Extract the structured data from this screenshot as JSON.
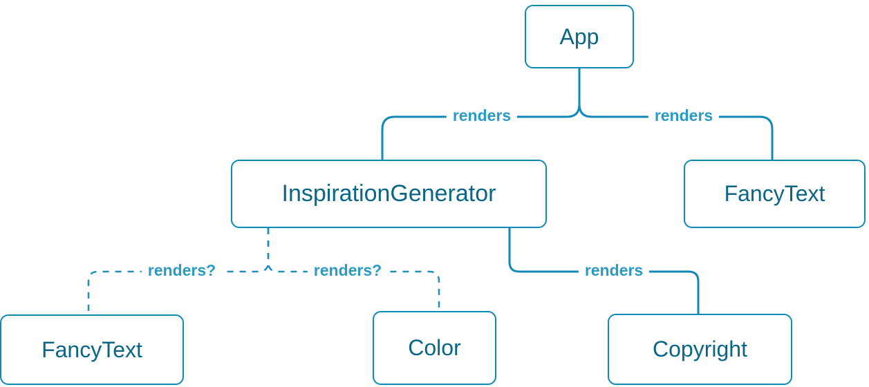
{
  "diagram": {
    "type": "component-render-tree",
    "nodes": {
      "app": "App",
      "inspiration_generator": "InspirationGenerator",
      "fancy_text_top": "FancyText",
      "fancy_text_bottom": "FancyText",
      "color": "Color",
      "copyright": "Copyright"
    },
    "edge_labels": {
      "app_to_inspiration": "renders",
      "app_to_fancytext": "renders",
      "inspiration_to_fancytext": "renders?",
      "inspiration_to_color": "renders?",
      "inspiration_to_copyright": "renders"
    },
    "colors": {
      "node_border": "#0f89b8",
      "node_text": "#0a6687",
      "edge_line_solid": "#0f89b8",
      "edge_line_dashed": "#1c8fbd",
      "edge_label_text": "#2a9bc7",
      "background": "#ffffff"
    }
  }
}
